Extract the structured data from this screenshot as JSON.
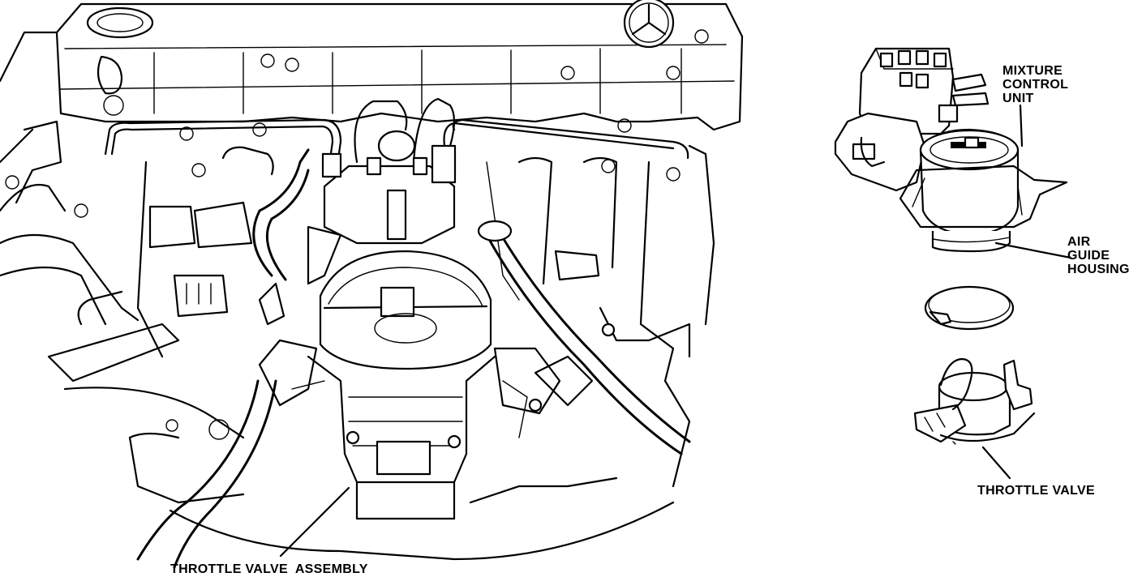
{
  "labels": {
    "mixture_control_unit": [
      "MIXTURE",
      "CONTROL",
      "UNIT"
    ],
    "air_guide_housing": [
      "AIR",
      "GUIDE",
      "HOUSING"
    ],
    "throttle_valve": "THROTTLE VALVE",
    "throttle_valve_assembly": "THROTTLE VALVE  ASSEMBLY"
  }
}
